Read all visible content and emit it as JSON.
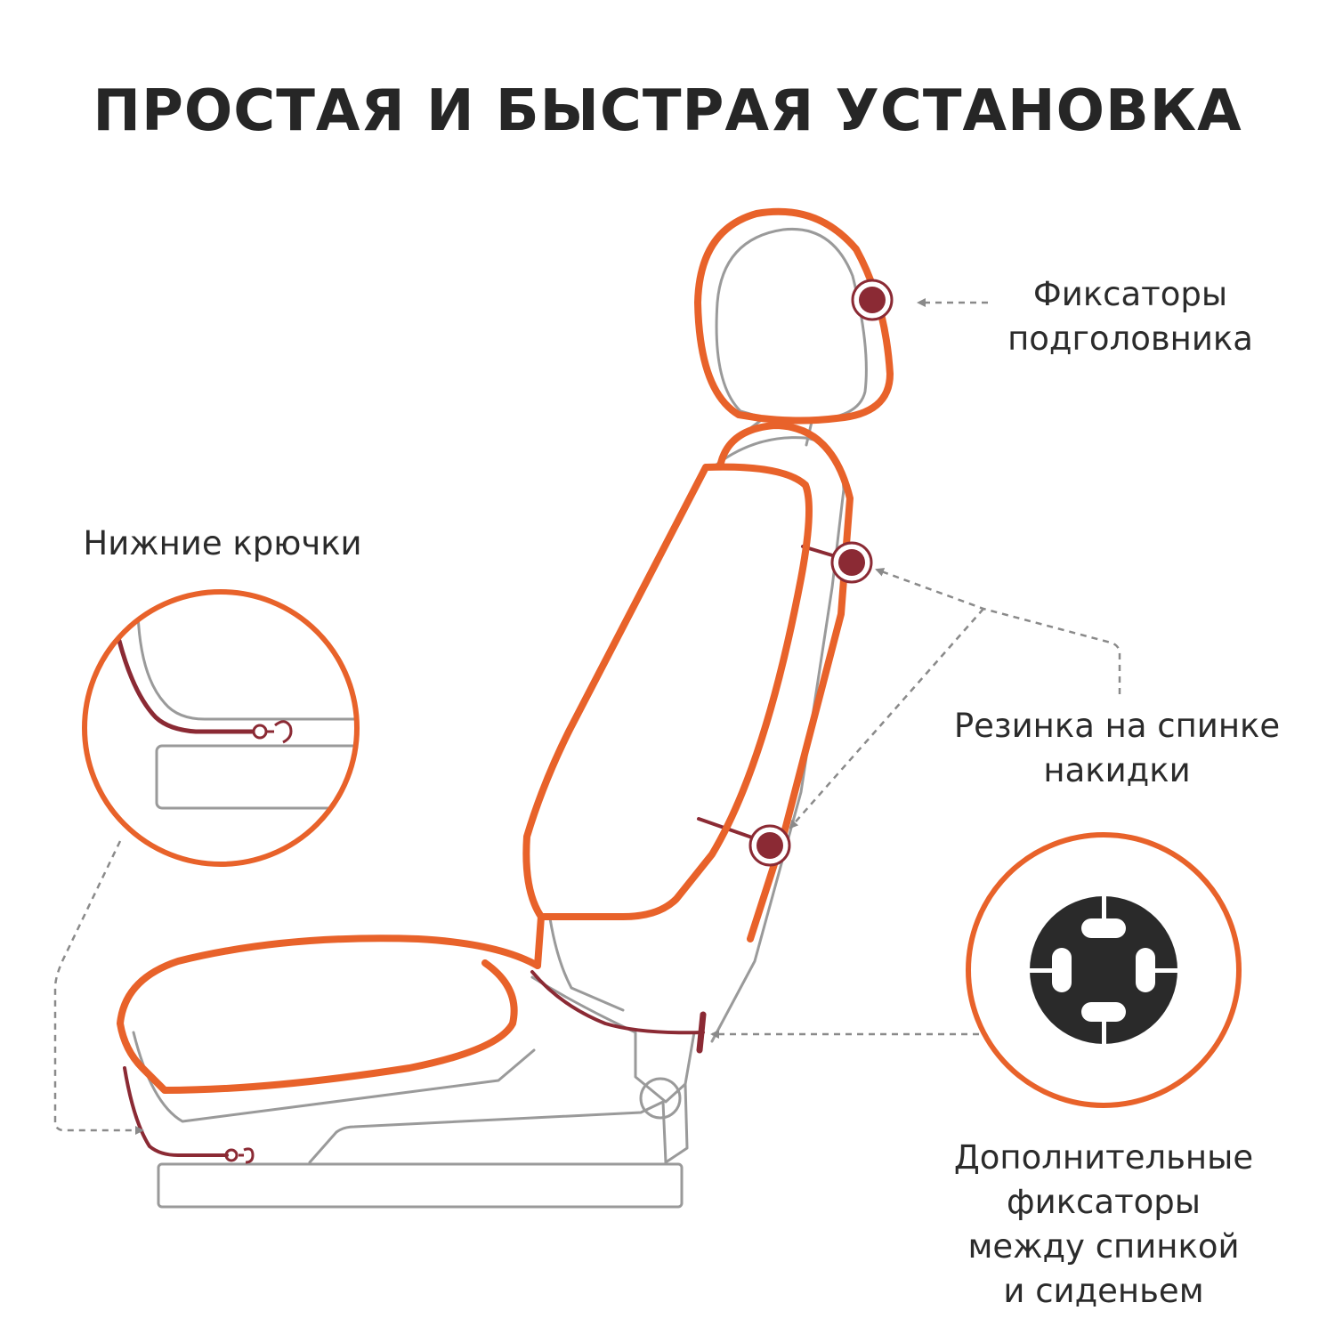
{
  "title": "ПРОСТАЯ  И БЫСТРАЯ УСТАНОВКА",
  "labels": {
    "headrest": [
      "Фиксаторы",
      "подголовника"
    ],
    "lower_hooks": [
      "Нижние крючки"
    ],
    "back_band": [
      "Резинка на спинке",
      "накидки"
    ],
    "extra_fasteners": [
      "Дополнительные",
      "фиксаторы",
      "между спинкой",
      "и сиденьем"
    ]
  },
  "colors": {
    "accent": "#e8622a",
    "strap": "#8b2a34",
    "outline": "#8f8f8f",
    "arrow": "#8a8a8a",
    "text": "#2b2b2b",
    "fastener": "#2a2a2a"
  }
}
